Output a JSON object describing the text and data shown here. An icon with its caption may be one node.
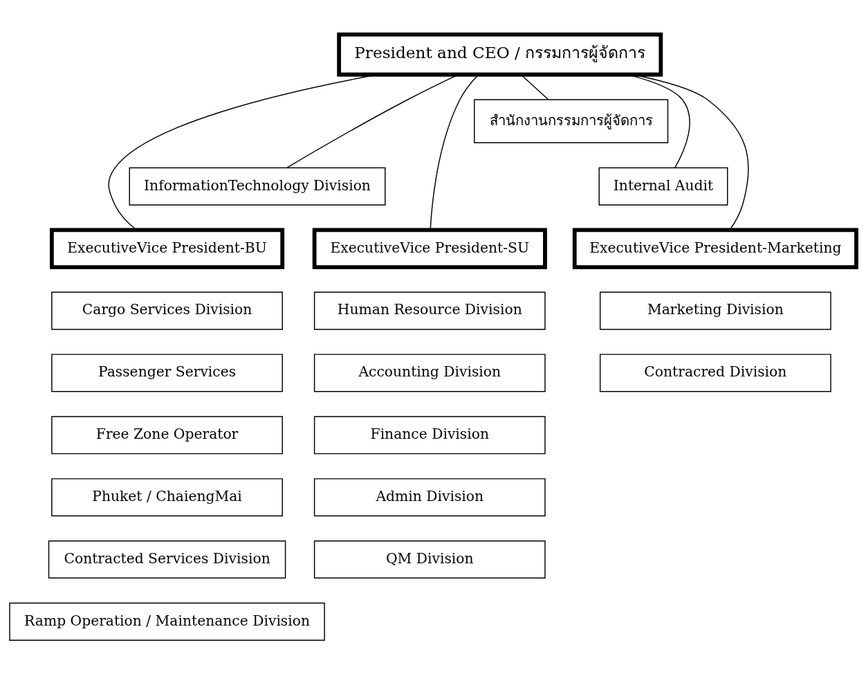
{
  "diagram": {
    "nodes": [
      {
        "text": [
          "President and CEO / กรรมการผู้จัดการ"
        ]
      },
      {
        "text": [
          "สำนักงานกรรมการผู้จัดการ"
        ]
      },
      {
        "text": [
          "InformationTechnology Division"
        ]
      },
      {
        "text": [
          "Internal Audit"
        ]
      },
      {
        "text": [
          "ExecutiveVice President-BU"
        ]
      },
      {
        "text": [
          "ExecutiveVice President-SU"
        ]
      },
      {
        "text": [
          "ExecutiveVice President-Marketing"
        ]
      },
      {
        "text": [
          "Cargo Services Division"
        ]
      },
      {
        "text": [
          "Passenger Services"
        ]
      },
      {
        "text": [
          "Free Zone Operator"
        ]
      },
      {
        "text": [
          "Phuket / ChaiengMai"
        ]
      },
      {
        "text": [
          "Contracted Services Division"
        ]
      },
      {
        "text": [
          "Ramp Operation / Maintenance Division"
        ]
      },
      {
        "text": [
          "Human Resource Division"
        ]
      },
      {
        "text": [
          "Accounting Division"
        ]
      },
      {
        "text": [
          "Finance Division"
        ]
      },
      {
        "text": [
          "Admin Division"
        ]
      },
      {
        "text": [
          "QM Division"
        ]
      },
      {
        "text": [
          "Marketing Division"
        ]
      },
      {
        "text": [
          "Contracred Division"
        ]
      }
    ],
    "edges": [
      {
        "from": 0,
        "to": 1,
        "arrow": "none"
      },
      {
        "from": 0,
        "to": 2,
        "arrow": "none"
      },
      {
        "from": 0,
        "to": 3,
        "arrow": "none"
      },
      {
        "from": 0,
        "to": 4,
        "arrow": "none"
      },
      {
        "from": 0,
        "to": 5,
        "arrow": "none"
      },
      {
        "from": 0,
        "to": 6,
        "arrow": "none"
      }
    ]
  }
}
